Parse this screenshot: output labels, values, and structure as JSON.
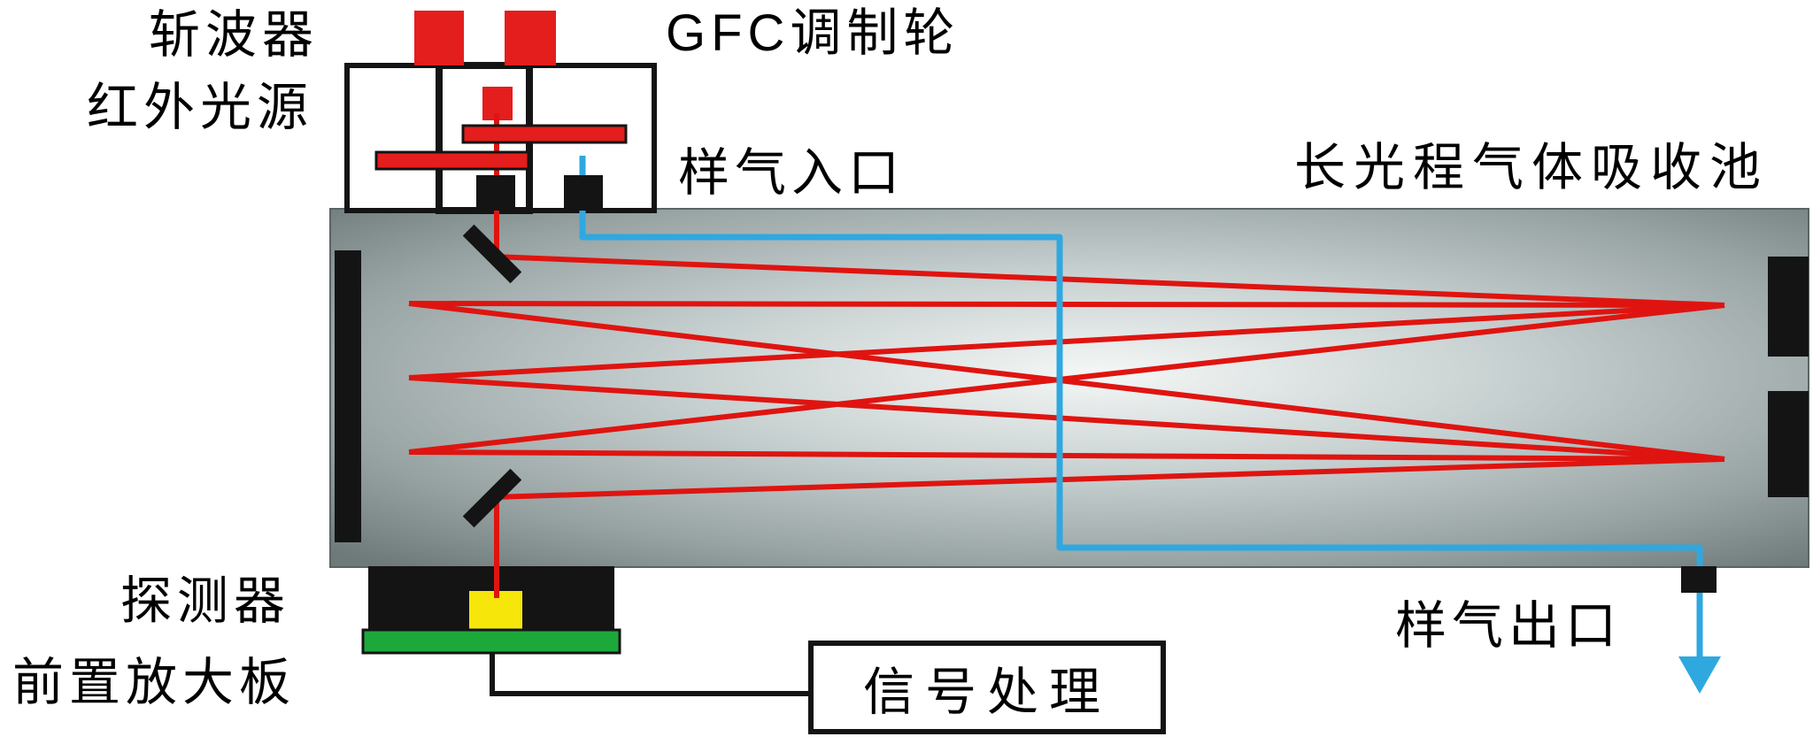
{
  "diagram": {
    "labels": {
      "chopper": "斩波器",
      "ir_source": "红外光源",
      "gfc_wheel": "GFC调制轮",
      "gas_inlet": "样气入口",
      "absorption_cell": "长光程气体吸收池",
      "detector": "探测器",
      "preamp_board": "前置放大板",
      "signal_processing": "信号处理",
      "gas_outlet": "样气出口"
    },
    "colors": {
      "beam_red": "#df1410",
      "component_red": "#e31e1c",
      "gas_blue": "#2fa8e0",
      "pcb_green": "#1ca93a",
      "detector_yellow": "#f6e60a",
      "outline_black": "#141414"
    }
  }
}
